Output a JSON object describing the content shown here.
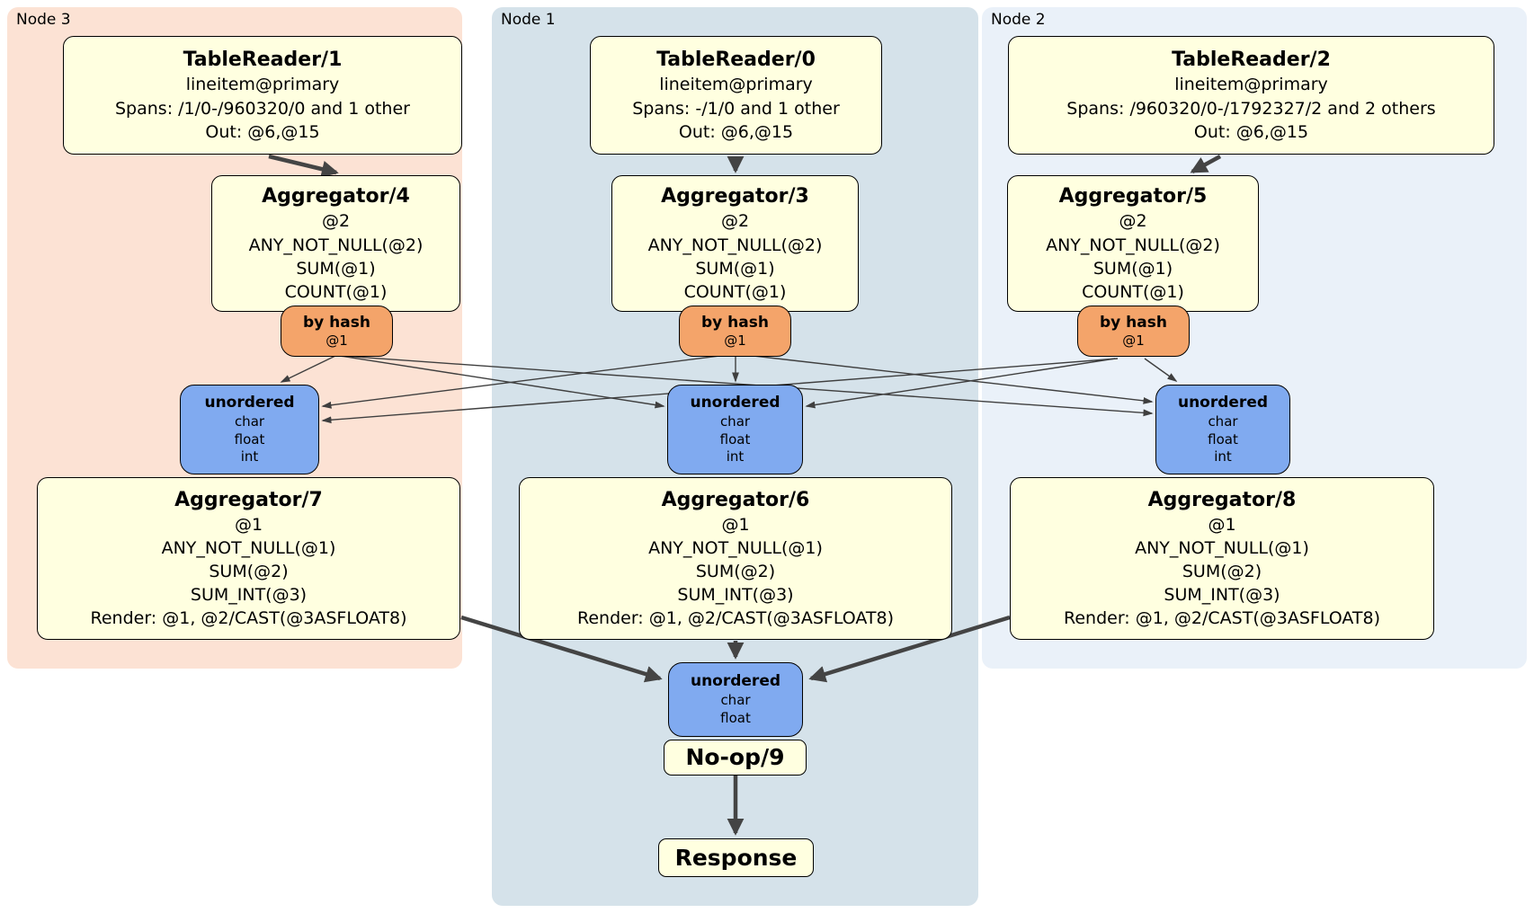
{
  "panels": {
    "node3": {
      "label": "Node 3",
      "bg": "#fce2d4"
    },
    "node1": {
      "label": "Node 1",
      "bg": "#d5e2ea"
    },
    "node2": {
      "label": "Node 2",
      "bg": "#eaf1f9"
    }
  },
  "colors": {
    "processor_fill": "#ffffe0",
    "router_fill": "#f4a46a",
    "sync_fill": "#80aaf0",
    "thick_edge": "#444444",
    "thin_edge": "#3f3f3f"
  },
  "processors": {
    "tr1": {
      "title": "TableReader/1",
      "index": "lineitem@primary",
      "spans": "Spans: /1/0-/960320/0 and 1 other",
      "out": "Out: @6,@15"
    },
    "tr0": {
      "title": "TableReader/0",
      "index": "lineitem@primary",
      "spans": "Spans: -/1/0 and 1 other",
      "out": "Out: @6,@15"
    },
    "tr2": {
      "title": "TableReader/2",
      "index": "lineitem@primary",
      "spans": "Spans: /960320/0-/1792327/2 and 2 others",
      "out": "Out: @6,@15"
    },
    "agg4": {
      "title": "Aggregator/4",
      "group": "@2",
      "fns": [
        "ANY_NOT_NULL(@2)",
        "SUM(@1)",
        "COUNT(@1)"
      ]
    },
    "agg3": {
      "title": "Aggregator/3",
      "group": "@2",
      "fns": [
        "ANY_NOT_NULL(@2)",
        "SUM(@1)",
        "COUNT(@1)"
      ]
    },
    "agg5": {
      "title": "Aggregator/5",
      "group": "@2",
      "fns": [
        "ANY_NOT_NULL(@2)",
        "SUM(@1)",
        "COUNT(@1)"
      ]
    },
    "agg7": {
      "title": "Aggregator/7",
      "group": "@1",
      "fns": [
        "ANY_NOT_NULL(@1)",
        "SUM(@2)",
        "SUM_INT(@3)"
      ],
      "render": "Render: @1, @2/CAST(@3ASFLOAT8)"
    },
    "agg6": {
      "title": "Aggregator/6",
      "group": "@1",
      "fns": [
        "ANY_NOT_NULL(@1)",
        "SUM(@2)",
        "SUM_INT(@3)"
      ],
      "render": "Render: @1, @2/CAST(@3ASFLOAT8)"
    },
    "agg8": {
      "title": "Aggregator/8",
      "group": "@1",
      "fns": [
        "ANY_NOT_NULL(@1)",
        "SUM(@2)",
        "SUM_INT(@3)"
      ],
      "render": "Render: @1, @2/CAST(@3ASFLOAT8)"
    },
    "noop": {
      "title": "No-op/9"
    },
    "response": {
      "title": "Response"
    }
  },
  "routers": {
    "hash3": {
      "title": "by hash",
      "key": "@1"
    },
    "hash1": {
      "title": "by hash",
      "key": "@1"
    },
    "hash2": {
      "title": "by hash",
      "key": "@1"
    }
  },
  "syncs": {
    "un3": {
      "title": "unordered",
      "cols": [
        "char",
        "float",
        "int"
      ]
    },
    "un1": {
      "title": "unordered",
      "cols": [
        "char",
        "float",
        "int"
      ]
    },
    "un2": {
      "title": "unordered",
      "cols": [
        "char",
        "float",
        "int"
      ]
    },
    "unfinal": {
      "title": "unordered",
      "cols": [
        "char",
        "float"
      ]
    }
  }
}
